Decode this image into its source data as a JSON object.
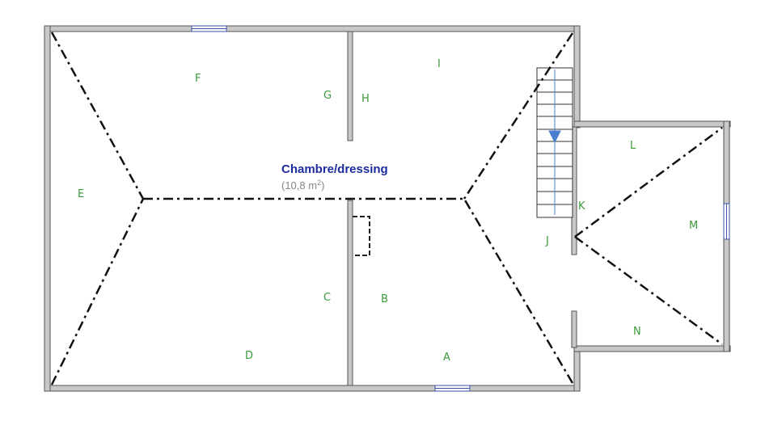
{
  "room": {
    "name": "Chambre/dressing",
    "area_prefix": "(10,8 m",
    "area_exp": "2",
    "area_suffix": ")"
  },
  "labels": {
    "A": "A",
    "B": "B",
    "C": "C",
    "D": "D",
    "E": "E",
    "F": "F",
    "G": "G",
    "H": "H",
    "I": "I",
    "J": "J",
    "K": "K",
    "L": "L",
    "M": "M",
    "N": "N"
  },
  "colors": {
    "wall_fill": "#c8c8c8",
    "wall_stroke": "#555555",
    "window": "#3a50a8",
    "roof_line": "#111111",
    "label": "#3a9a3a",
    "title": "#1c2c9c",
    "area": "#888888",
    "stair_arrow": "#4a7fd0"
  },
  "icons": {
    "stair_arrow": "arrow-down-icon",
    "door_swing": "door-icon"
  }
}
